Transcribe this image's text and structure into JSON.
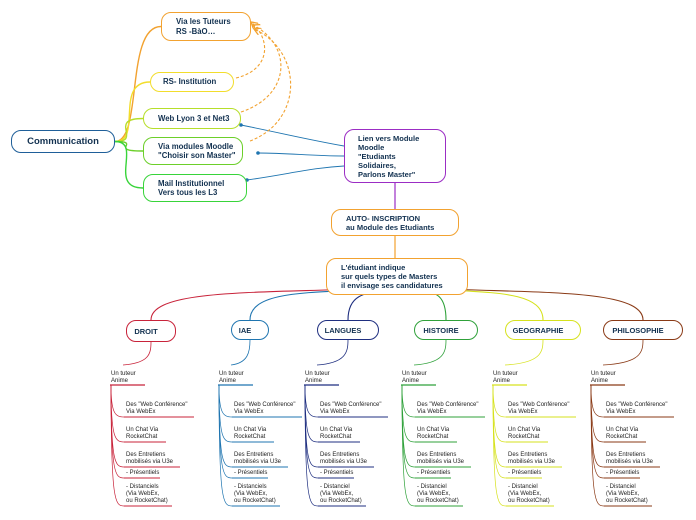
{
  "root": {
    "label": "Communication",
    "color": "#1f5f99"
  },
  "channels": [
    {
      "lines": [
        "Via les Tuteurs",
        "RS -BàO…"
      ],
      "color": "#f2a230"
    },
    {
      "lines": [
        "RS- Institution"
      ],
      "color": "#f2dd2c"
    },
    {
      "lines": [
        "Web Lyon 3 et Net3"
      ],
      "color": "#b6de2a"
    },
    {
      "lines": [
        "Via  modules Moodle",
        "\"Choisir son Master\""
      ],
      "color": "#6ccf2a"
    },
    {
      "lines": [
        "Mail Institutionnel",
        "Vers tous les L3"
      ],
      "color": "#38d43a"
    }
  ],
  "moodle_link": {
    "lines": [
      "Lien vers Module",
      "Moodle",
      "\"Etudiants",
      "Solidaires,",
      "Parlons Master\""
    ],
    "color": "#9b2dc4"
  },
  "auto_inscription": {
    "lines": [
      "AUTO- INSCRIPTION",
      "au Module des Etudiants"
    ],
    "color": "#f2a230"
  },
  "question": {
    "lines": [
      "L'étudiant indique",
      "sur quels types de Masters",
      "il envisage ses candidatures"
    ],
    "color": "#f2a230"
  },
  "disciplines": [
    {
      "label": "DROIT",
      "color": "#c8233a"
    },
    {
      "label": "IAE",
      "color": "#1f75b0"
    },
    {
      "label": "LANGUES",
      "color": "#1f2f80"
    },
    {
      "label": "HISTOIRE",
      "color": "#2fa13a"
    },
    {
      "label": "GEOGRAPHIE",
      "color": "#d6e21e"
    },
    {
      "label": "PHILOSOPHIE",
      "color": "#8a3a16"
    }
  ],
  "branch_items": {
    "tutor": [
      "Un tuteur",
      "Anime"
    ],
    "webex": [
      "Des \"Web Conférence\"",
      "Via WebEx"
    ],
    "rocketchat": [
      "Un Chat Via",
      "RocketChat"
    ],
    "entretiens": [
      "Des Entretiens",
      "mobilisés via U3e"
    ],
    "presentiels": [
      "- Présentiels"
    ],
    "distanciels": [
      "- Distanciel",
      "(Via WebEx,",
      "ou RocketChat)"
    ]
  },
  "branch_item_variants": [
    {
      "presentiels": [
        "- Présentiels"
      ],
      "distanciels": [
        "- Distanciels",
        "(Via WebEx,",
        "ou RocketChat)"
      ]
    },
    {
      "presentiels": [
        "- Présentiels"
      ],
      "distanciels": [
        "- Distanciels",
        "(Via WebEx,",
        "ou RocketChat)"
      ]
    },
    {
      "presentiels": [
        "- Présentiels"
      ],
      "distanciels": [
        "- Distanciel",
        "(Via WebEx,",
        "ou RocketChat)"
      ]
    },
    {
      "presentiels": [
        "- Présentiels"
      ],
      "distanciels": [
        "- Distanciel",
        "(Via WebEx,",
        "ou RocketChat)"
      ]
    },
    {
      "presentiels": [
        "- Présentiels"
      ],
      "distanciels": [
        "- Distanciel",
        "(Via WebEx,",
        "ou RocketChat)"
      ]
    },
    {
      "presentiels": [
        "- Présentiels"
      ],
      "distanciels": [
        "- Distanciel",
        "(Via WebEx,",
        "ou RocketChat)"
      ]
    }
  ]
}
